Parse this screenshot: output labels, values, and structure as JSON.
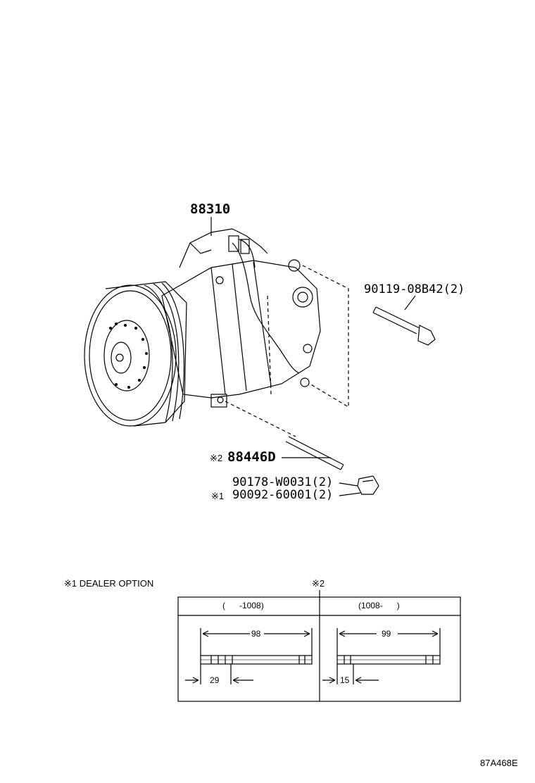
{
  "parts": {
    "compressor": "88310",
    "bolt": "90119-08B42(2)",
    "stud_mark": "※2",
    "stud": "88446D",
    "nut": "90178-W0031(2)",
    "nut_option_mark": "※1",
    "nut_option": "90092-60001(2)"
  },
  "notes": {
    "dealer_option": "※1 DEALER OPTION",
    "mark2": "※2"
  },
  "table": {
    "left_header": "(      -1008)",
    "right_header": "(1008-      )",
    "left_length": "98",
    "left_thread": "29",
    "right_length": "99",
    "right_thread": "15"
  },
  "figure_id": "87A468E"
}
